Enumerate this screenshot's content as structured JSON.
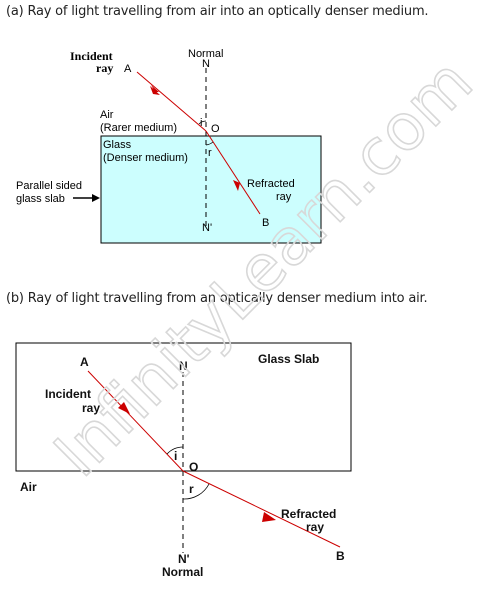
{
  "captions": {
    "a": "(a) Ray of light travelling from air into an optically denser medium.",
    "b": "(b) Ray of light travelling from an optically denser medium into air."
  },
  "diagram_a": {
    "incident": "Incident",
    "ray": "ray",
    "point_a": "A",
    "normal": "Normal",
    "n_top": "N",
    "air": "Air",
    "rarer": "(Rarer   medium)",
    "angle_i": "i",
    "point_o": "O",
    "glass": "Glass",
    "denser": "(Denser medium)",
    "angle_r": "r",
    "parallel": "Parallel sided",
    "glass_slab": "glass slab",
    "refracted": "Refracted",
    "refracted_ray": "ray",
    "point_b": "B",
    "n_bottom": "N'"
  },
  "diagram_b": {
    "point_a": "A",
    "n_top": "N",
    "glass_slab": "Glass Slab",
    "incident": "Incident",
    "ray": "ray",
    "angle_i": "i",
    "point_o": "O",
    "air": "Air",
    "angle_r": "r",
    "refracted": "Refracted",
    "refracted_ray": "ray",
    "point_b": "B",
    "n_bottom": "N'",
    "normal": "Normal"
  },
  "watermark": "InfinityLearn.com",
  "colors": {
    "glass_fill": "#ccfefe",
    "arrow": "#cc0000",
    "line": "#000000"
  }
}
